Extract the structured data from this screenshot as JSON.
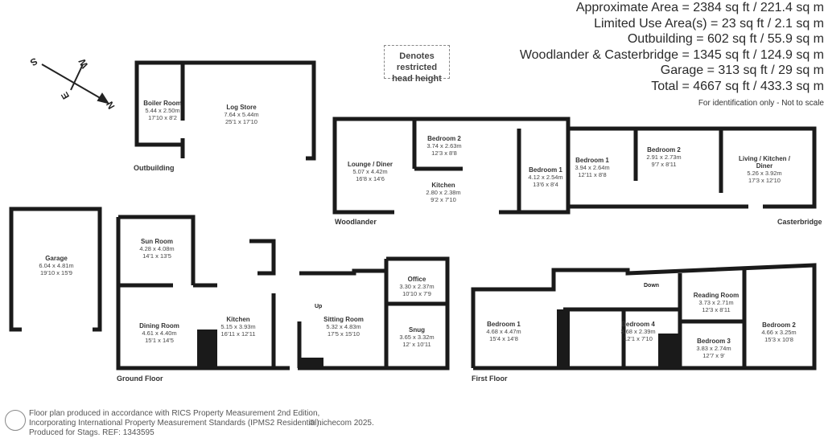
{
  "areas": {
    "lines": [
      "Approximate Area = 2384 sq ft / 221.4 sq m",
      "Limited Use Area(s) = 23 sq ft / 2.1 sq m",
      "Outbuilding = 602 sq ft / 55.9 sq m",
      "Woodlander & Casterbridge = 1345 sq ft / 124.9 sq m",
      "Garage = 313 sq ft / 29 sq m",
      "Total = 4667 sq ft / 433.3 sq m"
    ],
    "note": "For identification only - Not to scale"
  },
  "legend": {
    "line1": "Denotes restricted",
    "line2": "head height"
  },
  "compass": {
    "n": "N",
    "s": "S",
    "e": "E",
    "w": "W"
  },
  "sections": {
    "outbuilding": "Outbuilding",
    "woodlander": "Woodlander",
    "casterbridge": "Casterbridge",
    "ground_floor": "Ground Floor",
    "first_floor": "First Floor"
  },
  "rooms": {
    "boiler_room": {
      "name": "Boiler Room",
      "metric": "5.44 x 2.50m",
      "imperial": "17'10 x 8'2"
    },
    "log_store": {
      "name": "Log Store",
      "metric": "7.64 x 5.44m",
      "imperial": "25'1 x 17'10"
    },
    "lounge_diner": {
      "name": "Lounge / Diner",
      "metric": "5.07 x 4.42m",
      "imperial": "16'8 x 14'6"
    },
    "w_bedroom_2": {
      "name": "Bedroom 2",
      "metric": "3.74 x 2.63m",
      "imperial": "12'3 x 8'8"
    },
    "w_kitchen": {
      "name": "Kitchen",
      "metric": "2.80 x 2.38m",
      "imperial": "9'2 x 7'10"
    },
    "w_bedroom_1": {
      "name": "Bedroom 1",
      "metric": "4.12 x 2.54m",
      "imperial": "13'6 x 8'4"
    },
    "c_bedroom_1": {
      "name": "Bedroom 1",
      "metric": "3.94 x 2.64m",
      "imperial": "12'11 x 8'8"
    },
    "c_bedroom_2": {
      "name": "Bedroom 2",
      "metric": "2.91 x 2.73m",
      "imperial": "9'7 x 8'11"
    },
    "c_living": {
      "name": "Living / Kitchen / Diner",
      "metric": "5.26 x 3.92m",
      "imperial": "17'3 x 12'10"
    },
    "garage": {
      "name": "Garage",
      "metric": "6.04 x 4.81m",
      "imperial": "19'10 x 15'9"
    },
    "sun_room": {
      "name": "Sun Room",
      "metric": "4.28 x 4.08m",
      "imperial": "14'1 x 13'5"
    },
    "dining_room": {
      "name": "Dining Room",
      "metric": "4.61 x 4.40m",
      "imperial": "15'1 x 14'5"
    },
    "kitchen": {
      "name": "Kitchen",
      "metric": "5.15 x 3.93m",
      "imperial": "16'11 x 12'11"
    },
    "sitting_room": {
      "name": "Sitting Room",
      "metric": "5.32 x 4.83m",
      "imperial": "17'5 x 15'10"
    },
    "office": {
      "name": "Office",
      "metric": "3.30 x 2.37m",
      "imperial": "10'10 x 7'9"
    },
    "snug": {
      "name": "Snug",
      "metric": "3.65 x 3.32m",
      "imperial": "12' x 10'11"
    },
    "f_bedroom_1": {
      "name": "Bedroom 1",
      "metric": "4.68 x 4.47m",
      "imperial": "15'4 x 14'8"
    },
    "f_bedroom_4": {
      "name": "Bedroom 4",
      "metric": "3.68 x 2.39m",
      "imperial": "12'1 x 7'10"
    },
    "reading_room": {
      "name": "Reading Room",
      "metric": "3.73 x 2.71m",
      "imperial": "12'3 x 8'11"
    },
    "f_bedroom_3": {
      "name": "Bedroom 3",
      "metric": "3.83 x 2.74m",
      "imperial": "12'7 x 9'"
    },
    "f_bedroom_2": {
      "name": "Bedroom 2",
      "metric": "4.66 x 3.25m",
      "imperial": "15'3 x 10'8"
    }
  },
  "stairs": {
    "up": "Up",
    "down": "Down"
  },
  "footer": {
    "line1": "Floor plan produced in accordance with RICS Property Measurement 2nd Edition,",
    "line2": "Incorporating International Property Measurement Standards (IPMS2 Residential).",
    "line3": "Produced for Stags.   REF: 1343595",
    "copyright": "© nichecom 2025."
  }
}
